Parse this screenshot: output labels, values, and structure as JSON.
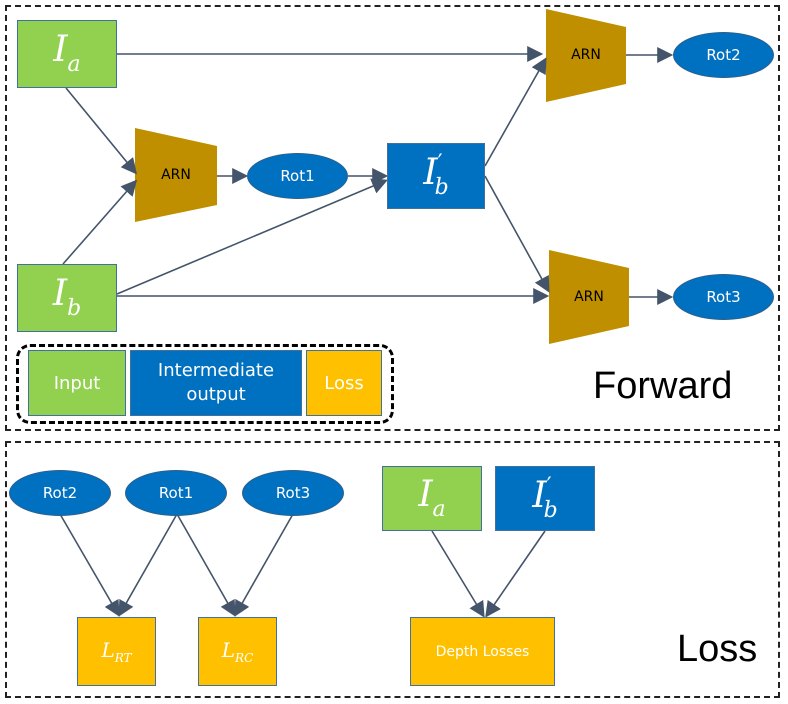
{
  "forward": {
    "title": "Forward",
    "ia_base": "I",
    "ia_sub": "a",
    "ib_base": "I",
    "ib_sub": "b",
    "ibp_base": "I",
    "ibp_sub": "b",
    "ibp_prime": "′",
    "arn1": "ARN",
    "arn2": "ARN",
    "arn3": "ARN",
    "rot1": "Rot1",
    "rot2": "Rot2",
    "rot3": "Rot3"
  },
  "legend": {
    "input": "Input",
    "intermediate": "Intermediate output",
    "loss": "Loss"
  },
  "loss": {
    "title": "Loss",
    "rot2": "Rot2",
    "rot1": "Rot1",
    "rot3": "Rot3",
    "ia_base": "I",
    "ia_sub": "a",
    "ibp_base": "I",
    "ibp_sub": "b",
    "ibp_prime": "′",
    "lrt_base": "L",
    "lrt_sub": "RT",
    "lrc_base": "L",
    "lrc_sub": "RC",
    "depth": "Depth Losses"
  },
  "colors": {
    "input": "#92d050",
    "intermediate": "#0070c0",
    "loss": "#ffc000",
    "arn": "#bf8f00",
    "arrow": "#44546a"
  }
}
